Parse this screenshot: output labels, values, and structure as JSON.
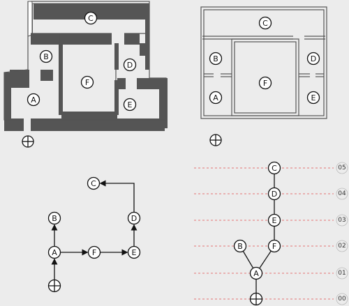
{
  "labels": {
    "rooms": [
      "A",
      "B",
      "C",
      "D",
      "E",
      "F"
    ],
    "levels": [
      "00",
      "01",
      "02",
      "03",
      "04",
      "05"
    ]
  },
  "graph": {
    "edges": [
      [
        "entrance",
        "A"
      ],
      [
        "A",
        "B"
      ],
      [
        "A",
        "F"
      ],
      [
        "F",
        "E"
      ],
      [
        "E",
        "D"
      ],
      [
        "D",
        "C"
      ]
    ]
  },
  "justified_graph": {
    "levels": {
      "entrance": 0,
      "A": 1,
      "B": 2,
      "F": 2,
      "E": 3,
      "D": 4,
      "C": 5
    }
  },
  "colors": {
    "wall_face": "#555555",
    "level_line": "#e57373",
    "node_stroke": "#111111"
  },
  "icons": {
    "entrance": "circle-plus-icon"
  }
}
